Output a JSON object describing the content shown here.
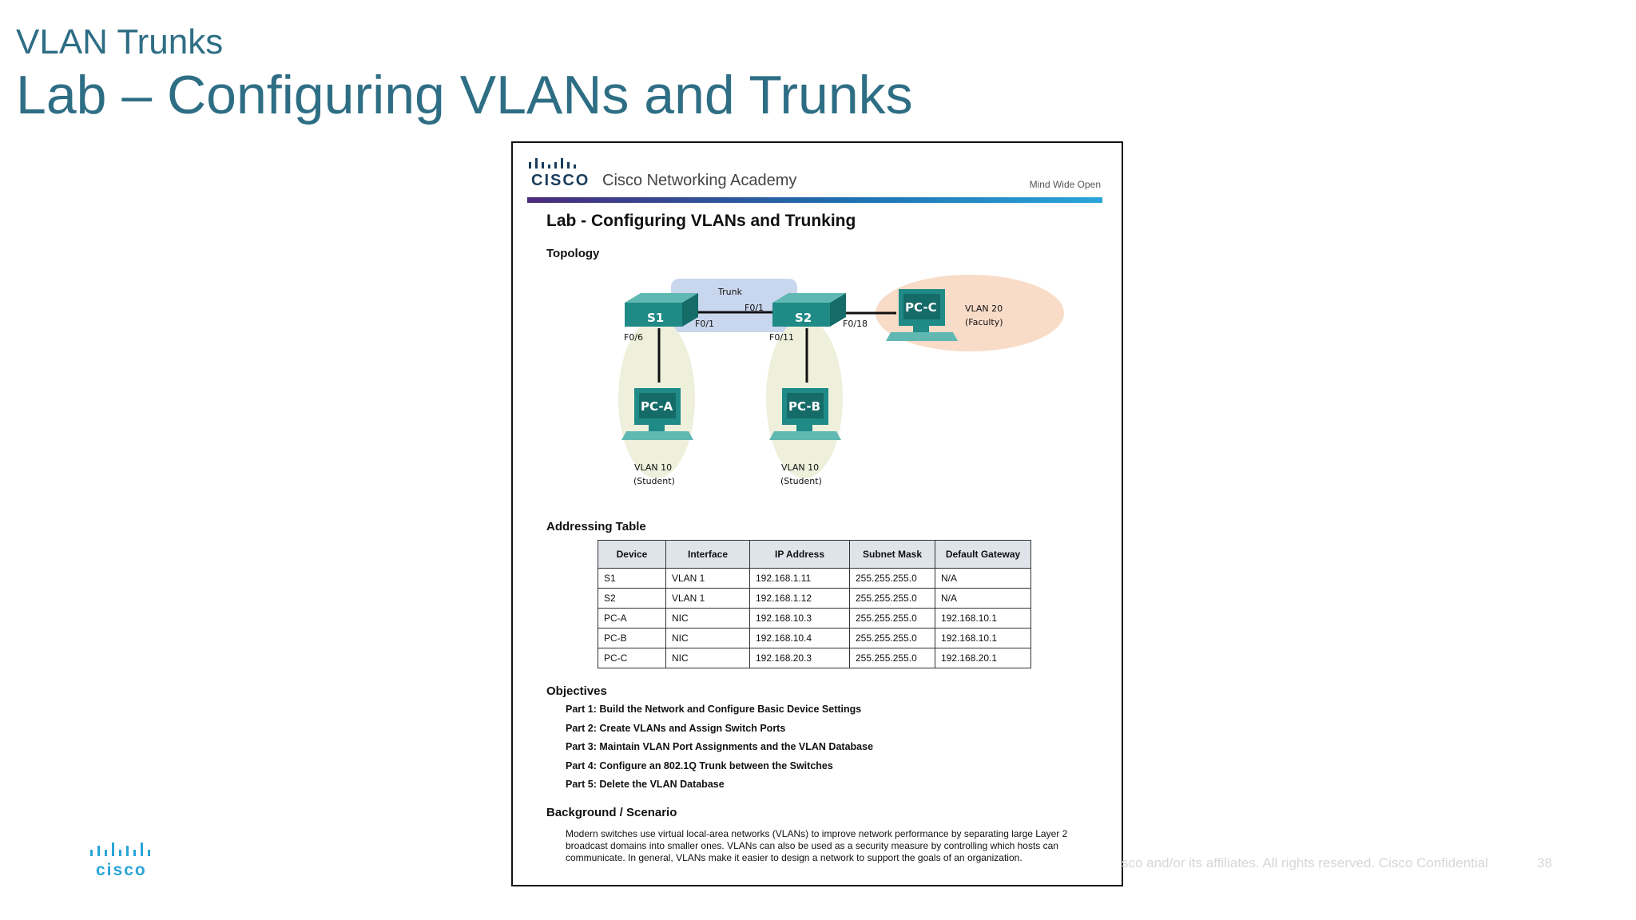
{
  "slide": {
    "kicker": "VLAN Trunks",
    "title": "Lab – Configuring VLANs and Trunks",
    "footer_brand": "cisco",
    "footer_copyright": "sco and/or its affiliates. All rights reserved.   Cisco Confidential",
    "page_number": "38"
  },
  "document": {
    "brand": "CISCO",
    "academy": "Cisco Networking Academy",
    "tagline": "Mind Wide Open",
    "title": "Lab - Configuring VLANs and Trunking",
    "topology_heading": "Topology",
    "topology": {
      "trunk_label": "Trunk",
      "switches": [
        "S1",
        "S2"
      ],
      "pcs": [
        "PC-A",
        "PC-B",
        "PC-C"
      ],
      "ports": {
        "s1_f06": "F0/6",
        "s1_f01": "F0/1",
        "s2_f01": "F0/1",
        "s2_f011": "F0/11",
        "s2_f018": "F0/18"
      },
      "vlans": {
        "pca_vlan": "VLAN 10",
        "pca_group": "(Student)",
        "pcb_vlan": "VLAN 10",
        "pcb_group": "(Student)",
        "pcc_vlan": "VLAN 20",
        "pcc_group": "(Faculty)"
      }
    },
    "addressing_heading": "Addressing Table",
    "addressing_table": {
      "headers": [
        "Device",
        "Interface",
        "IP Address",
        "Subnet Mask",
        "Default Gateway"
      ],
      "rows": [
        [
          "S1",
          "VLAN 1",
          "192.168.1.11",
          "255.255.255.0",
          "N/A"
        ],
        [
          "S2",
          "VLAN 1",
          "192.168.1.12",
          "255.255.255.0",
          "N/A"
        ],
        [
          "PC-A",
          "NIC",
          "192.168.10.3",
          "255.255.255.0",
          "192.168.10.1"
        ],
        [
          "PC-B",
          "NIC",
          "192.168.10.4",
          "255.255.255.0",
          "192.168.10.1"
        ],
        [
          "PC-C",
          "NIC",
          "192.168.20.3",
          "255.255.255.0",
          "192.168.20.1"
        ]
      ]
    },
    "objectives_heading": "Objectives",
    "objectives": [
      "Part 1: Build the Network and Configure Basic Device Settings",
      "Part 2: Create VLANs and Assign Switch Ports",
      "Part 3: Maintain VLAN Port Assignments and the VLAN Database",
      "Part 4: Configure an 802.1Q Trunk between the Switches",
      "Part 5: Delete the VLAN Database"
    ],
    "background_heading": "Background / Scenario",
    "background_text": "Modern switches use virtual local-area networks (VLANs) to improve network performance by separating large Layer 2 broadcast domains into smaller ones. VLANs can also be used as a security measure by controlling which hosts can communicate. In general, VLANs make it easier to design a network to support the goals of an organization."
  },
  "colors": {
    "slide_title": "#2e6e85",
    "device_teal": "#1f8a86",
    "vlan10_zone": "#eef0dc",
    "vlan20_zone": "#f8dcc8",
    "trunk_zone": "#c9d7ee"
  }
}
